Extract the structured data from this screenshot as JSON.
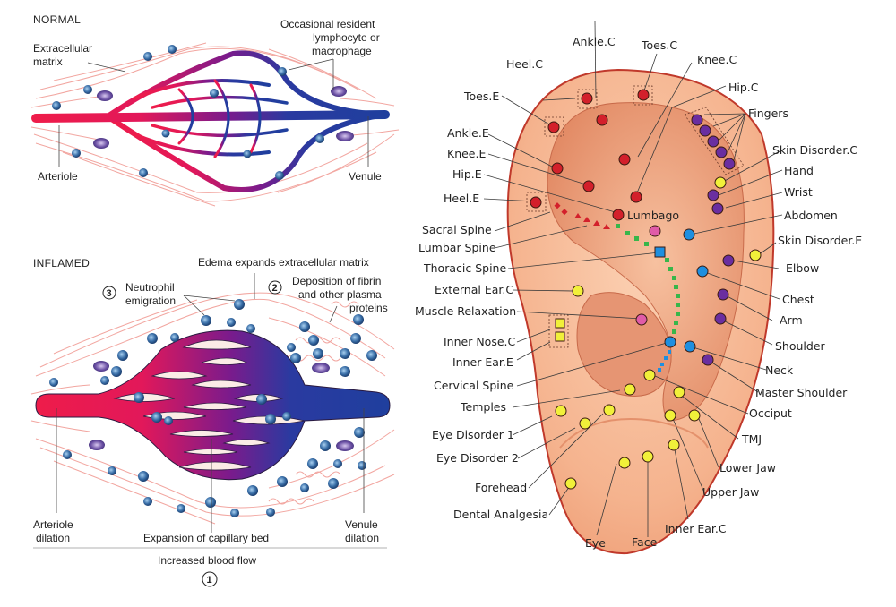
{
  "inflammation_diagram": {
    "normal": {
      "heading": "NORMAL",
      "labels": {
        "extracellular_matrix_1": "Extracellular",
        "extracellular_matrix_2": "matrix",
        "resident_cell_1": "Occasional resident",
        "resident_cell_2": "lymphocyte or",
        "resident_cell_3": "macrophage",
        "arteriole": "Arteriole",
        "venule": "Venule"
      }
    },
    "inflamed": {
      "heading": "INFLAMED",
      "labels": {
        "edema": "Edema expands extracellular matrix",
        "step3_number": "3",
        "neutrophil_1": "Neutrophil",
        "neutrophil_2": "emigration",
        "step2_number": "2",
        "fibrin_1": "Deposition of fibrin",
        "fibrin_2": "and other plasma",
        "fibrin_3": "proteins",
        "arteriole_1": "Arteriole",
        "arteriole_2": "dilation",
        "capillary": "Expansion of capillary bed",
        "venule_1": "Venule",
        "venule_2": "dilation",
        "blood_flow": "Increased blood flow",
        "step1_number": "1"
      }
    },
    "colors": {
      "arterial": "#ee1c4a",
      "mid": "#7a1b8c",
      "venous": "#1f3f9e",
      "matrix": "#f2a6a0",
      "cell": "#3a6fa8",
      "macrophage": "#6a4fa3"
    }
  },
  "ear_map": {
    "colors": {
      "ear_skin": "#f5b38e",
      "ear_outline": "#c0392b",
      "red_point": "#d3202b",
      "purple_point": "#6a2ea0",
      "yellow_point": "#f1f03a",
      "blue_point": "#1e8fe0",
      "pink_point": "#e05ba8",
      "green_point": "#38b64a"
    },
    "labels_left": [
      "Toes.E",
      "Ankle.E",
      "Knee.E",
      "Hip.E",
      "Heel.E",
      "Sacral Spine",
      "Lumbar Spine",
      "Thoracic Spine",
      "External Ear.C",
      "Muscle Relaxation",
      "Inner Nose.C",
      "Inner Ear.E",
      "Cervical Spine",
      "Temples",
      "Eye Disorder 1",
      "Eye Disorder 2",
      "Forehead",
      "Dental Analgesia"
    ],
    "labels_top": [
      "Heel.C",
      "Ankle.C",
      "Toes.C",
      "Knee.C",
      "Hip.C",
      "Fingers"
    ],
    "labels_right": [
      "Skin Disorder.C",
      "Hand",
      "Wrist",
      "Abdomen",
      "Skin Disorder.E",
      "Elbow",
      "Chest",
      "Arm",
      "Shoulder",
      "Neck",
      "Master Shoulder",
      "Occiput",
      "TMJ",
      "Lower Jaw",
      "Upper Jaw"
    ],
    "labels_bottom": [
      "Inner Ear.C",
      "Face",
      "Eye"
    ],
    "center_label": "Lumbago"
  }
}
